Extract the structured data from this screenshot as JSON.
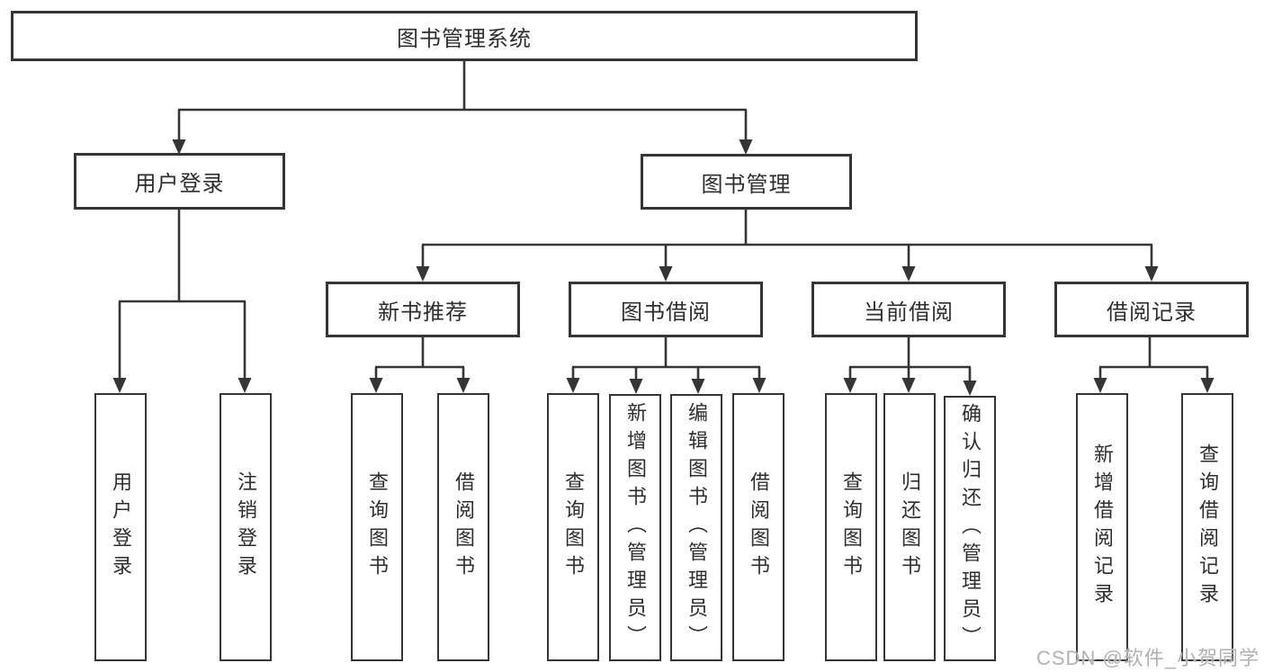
{
  "diagram": {
    "root": {
      "label": "图书管理系统"
    },
    "branches": [
      {
        "label": "用户登录",
        "children": [
          {
            "label": "用户登录"
          },
          {
            "label": "注销登录"
          }
        ]
      },
      {
        "label": "图书管理",
        "groups": [
          {
            "label": "新书推荐",
            "children": [
              {
                "label": "查询图书"
              },
              {
                "label": "借阅图书"
              }
            ]
          },
          {
            "label": "图书借阅",
            "children": [
              {
                "label": "查询图书"
              },
              {
                "label": "新增图书（管理员）"
              },
              {
                "label": "编辑图书（管理员）"
              },
              {
                "label": "借阅图书"
              }
            ]
          },
          {
            "label": "当前借阅",
            "children": [
              {
                "label": "查询图书"
              },
              {
                "label": "归还图书"
              },
              {
                "label": "确认归还（管理员）"
              }
            ]
          },
          {
            "label": "借阅记录",
            "children": [
              {
                "label": "新增借阅记录"
              },
              {
                "label": "查询借阅记录"
              }
            ]
          }
        ]
      }
    ]
  },
  "watermark": {
    "text": "CSDN @软件_小贺同学"
  },
  "colors": {
    "line": "#353535",
    "text": "#2e2e2e",
    "watermark": "#b2b2b2",
    "background": "#ffffff"
  }
}
